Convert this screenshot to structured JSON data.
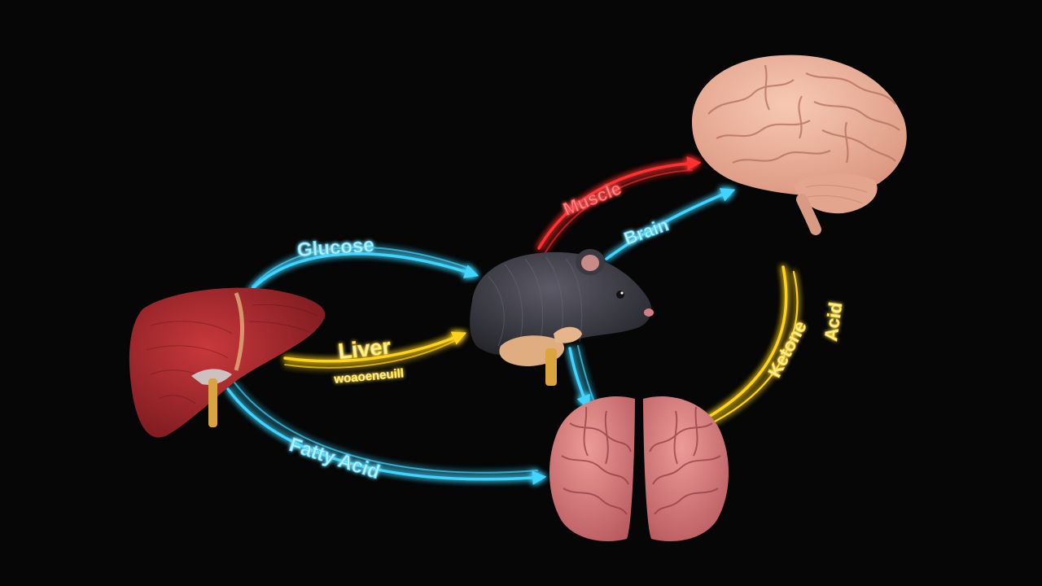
{
  "diagram": {
    "nodes": {
      "liver": {
        "icon": "liver-icon"
      },
      "mouse": {
        "icon": "mouse-icon"
      },
      "brain_top": {
        "icon": "brain-side-icon"
      },
      "brain_bottom": {
        "icon": "brain-top-icon"
      }
    },
    "labels": {
      "glucose": "Glucose",
      "liver_main": "Liver",
      "liver_sub": "woaoeneuill",
      "muscle": "Muscle",
      "brain": "Brain",
      "fatty_acid": "Fatty Acid",
      "ketone_1": "Ketone",
      "ketone_2": "Acid"
    },
    "colors": {
      "background": "#060606",
      "cyan": "#3fd4ff",
      "yellow": "#ffd21f",
      "red": "#ff3030",
      "liver": "#a3262b",
      "mouse": "#3d3c45",
      "brain_top": "#f0b39c",
      "brain_bottom": "#d9787a"
    }
  }
}
